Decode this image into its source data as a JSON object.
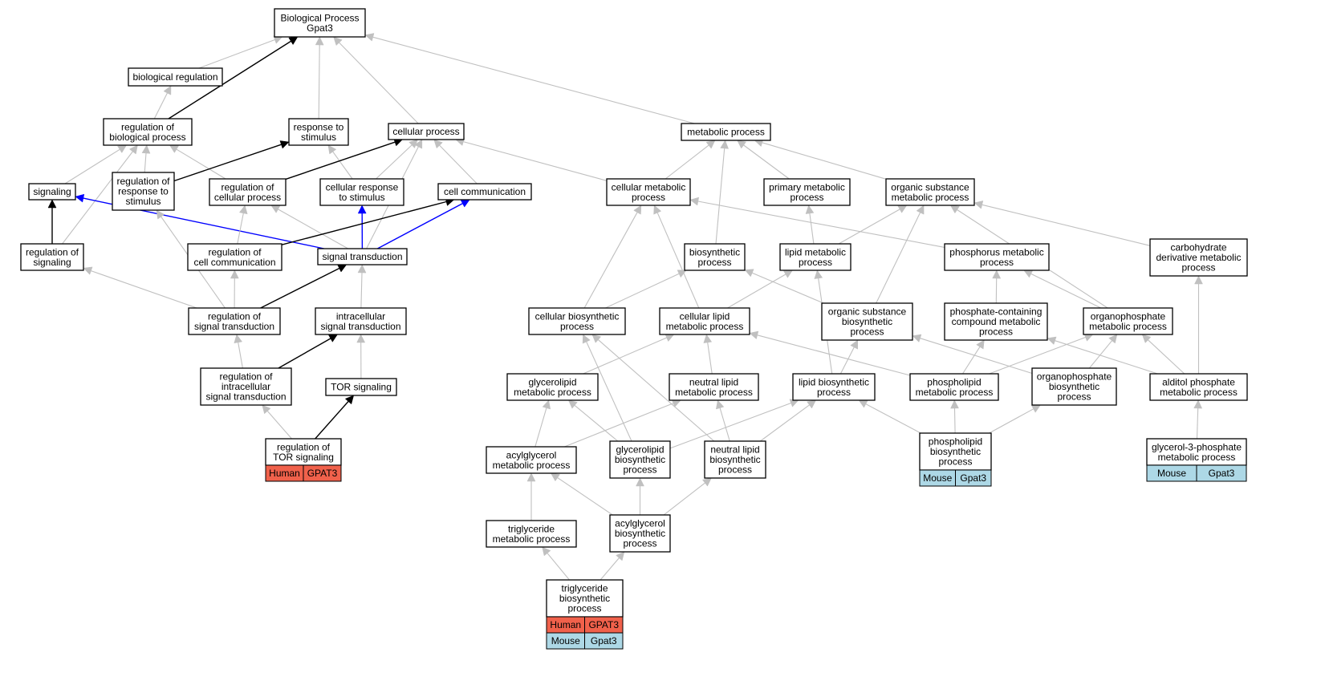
{
  "graph": {
    "colors": {
      "gray_edge": "#c0c0c0",
      "black_edge": "#000000",
      "blue_edge": "#0000ff",
      "human_badge": "#f0614b",
      "mouse_badge": "#add8e6"
    },
    "nodes": [
      {
        "id": "bp",
        "lines": [
          "Biological Process",
          "Gpat3"
        ]
      },
      {
        "id": "biolreg",
        "lines": [
          "biological regulation"
        ]
      },
      {
        "id": "regbp",
        "lines": [
          "regulation of",
          "biological process"
        ]
      },
      {
        "id": "resp",
        "lines": [
          "response to",
          "stimulus"
        ]
      },
      {
        "id": "cellproc",
        "lines": [
          "cellular process"
        ]
      },
      {
        "id": "metab",
        "lines": [
          "metabolic process"
        ]
      },
      {
        "id": "signaling",
        "lines": [
          "signaling"
        ]
      },
      {
        "id": "regresp",
        "lines": [
          "regulation of",
          "response to",
          "stimulus"
        ]
      },
      {
        "id": "regcell",
        "lines": [
          "regulation of",
          "cellular process"
        ]
      },
      {
        "id": "cellresp",
        "lines": [
          "cellular response",
          "to stimulus"
        ]
      },
      {
        "id": "cellcomm",
        "lines": [
          "cell communication"
        ]
      },
      {
        "id": "cellmetab",
        "lines": [
          "cellular metabolic",
          "process"
        ]
      },
      {
        "id": "primmetab",
        "lines": [
          "primary metabolic",
          "process"
        ]
      },
      {
        "id": "orgsub",
        "lines": [
          "organic substance",
          "metabolic process"
        ]
      },
      {
        "id": "regsig",
        "lines": [
          "regulation of",
          "signaling"
        ]
      },
      {
        "id": "regcellcomm",
        "lines": [
          "regulation of",
          "cell communication"
        ]
      },
      {
        "id": "sigtrans",
        "lines": [
          "signal transduction"
        ]
      },
      {
        "id": "biosyn",
        "lines": [
          "biosynthetic",
          "process"
        ]
      },
      {
        "id": "lipidmetab",
        "lines": [
          "lipid metabolic",
          "process"
        ]
      },
      {
        "id": "phosmetab",
        "lines": [
          "phosphorus metabolic",
          "process"
        ]
      },
      {
        "id": "carbo",
        "lines": [
          "carbohydrate",
          "derivative metabolic",
          "process"
        ]
      },
      {
        "id": "regsigtrans",
        "lines": [
          "regulation of",
          "signal transduction"
        ]
      },
      {
        "id": "intrasig",
        "lines": [
          "intracellular",
          "signal transduction"
        ]
      },
      {
        "id": "cellbiosyn",
        "lines": [
          "cellular biosynthetic",
          "process"
        ]
      },
      {
        "id": "celllipid",
        "lines": [
          "cellular lipid",
          "metabolic process"
        ]
      },
      {
        "id": "orgsubbio",
        "lines": [
          "organic substance",
          "biosynthetic",
          "process"
        ]
      },
      {
        "id": "phoscont",
        "lines": [
          "phosphate-containing",
          "compound metabolic",
          "process"
        ]
      },
      {
        "id": "orgphos",
        "lines": [
          "organophosphate",
          "metabolic process"
        ]
      },
      {
        "id": "regintra",
        "lines": [
          "regulation of",
          "intracellular",
          "signal transduction"
        ]
      },
      {
        "id": "torsig",
        "lines": [
          "TOR signaling"
        ]
      },
      {
        "id": "glycmetab",
        "lines": [
          "glycerolipid",
          "metabolic process"
        ]
      },
      {
        "id": "neutmetab",
        "lines": [
          "neutral lipid",
          "metabolic process"
        ]
      },
      {
        "id": "lipidbio",
        "lines": [
          "lipid biosynthetic",
          "process"
        ]
      },
      {
        "id": "phosphometab",
        "lines": [
          "phospholipid",
          "metabolic process"
        ]
      },
      {
        "id": "orgphosbio",
        "lines": [
          "organophosphate",
          "biosynthetic",
          "process"
        ]
      },
      {
        "id": "alditol",
        "lines": [
          "alditol phosphate",
          "metabolic process"
        ]
      },
      {
        "id": "regtor",
        "lines": [
          "regulation of",
          "TOR signaling"
        ]
      },
      {
        "id": "acylmetab",
        "lines": [
          "acylglycerol",
          "metabolic process"
        ]
      },
      {
        "id": "glycbio",
        "lines": [
          "glycerolipid",
          "biosynthetic",
          "process"
        ]
      },
      {
        "id": "neutbio",
        "lines": [
          "neutral lipid",
          "biosynthetic",
          "process"
        ]
      },
      {
        "id": "phosphobio",
        "lines": [
          "phospholipid",
          "biosynthetic",
          "process"
        ]
      },
      {
        "id": "g3p",
        "lines": [
          "glycerol-3-phosphate",
          "metabolic process"
        ]
      },
      {
        "id": "trimetab",
        "lines": [
          "triglyceride",
          "metabolic process"
        ]
      },
      {
        "id": "acylbio",
        "lines": [
          "acylglycerol",
          "biosynthetic",
          "process"
        ]
      },
      {
        "id": "tribio",
        "lines": [
          "triglyceride",
          "biosynthetic",
          "process"
        ]
      }
    ],
    "badges": [
      {
        "node": "regtor",
        "rows": [
          {
            "species": "Human",
            "gene": "GPAT3",
            "color": "#f0614b"
          }
        ]
      },
      {
        "node": "phosphobio",
        "rows": [
          {
            "species": "Mouse",
            "gene": "Gpat3",
            "color": "#add8e6"
          }
        ]
      },
      {
        "node": "g3p",
        "rows": [
          {
            "species": "Mouse",
            "gene": "Gpat3",
            "color": "#add8e6"
          }
        ]
      },
      {
        "node": "tribio",
        "rows": [
          {
            "species": "Human",
            "gene": "GPAT3",
            "color": "#f0614b"
          },
          {
            "species": "Mouse",
            "gene": "Gpat3",
            "color": "#add8e6"
          }
        ]
      }
    ],
    "edges": [
      {
        "from": "biolreg",
        "to": "bp",
        "color": "gray"
      },
      {
        "from": "regbp",
        "to": "bp",
        "color": "black"
      },
      {
        "from": "resp",
        "to": "bp",
        "color": "gray"
      },
      {
        "from": "cellproc",
        "to": "bp",
        "color": "gray"
      },
      {
        "from": "metab",
        "to": "bp",
        "color": "gray"
      },
      {
        "from": "regbp",
        "to": "biolreg",
        "color": "gray"
      },
      {
        "from": "signaling",
        "to": "regbp",
        "color": "gray"
      },
      {
        "from": "regresp",
        "to": "regbp",
        "color": "gray"
      },
      {
        "from": "regcell",
        "to": "regbp",
        "color": "gray"
      },
      {
        "from": "regsig",
        "to": "regbp",
        "color": "gray"
      },
      {
        "from": "regresp",
        "to": "resp",
        "color": "black"
      },
      {
        "from": "cellresp",
        "to": "resp",
        "color": "gray"
      },
      {
        "from": "regcell",
        "to": "cellproc",
        "color": "black"
      },
      {
        "from": "cellresp",
        "to": "cellproc",
        "color": "gray"
      },
      {
        "from": "cellcomm",
        "to": "cellproc",
        "color": "gray"
      },
      {
        "from": "cellmetab",
        "to": "cellproc",
        "color": "gray"
      },
      {
        "from": "sigtrans",
        "to": "cellproc",
        "color": "gray"
      },
      {
        "from": "cellmetab",
        "to": "metab",
        "color": "gray"
      },
      {
        "from": "primmetab",
        "to": "metab",
        "color": "gray"
      },
      {
        "from": "orgsub",
        "to": "metab",
        "color": "gray"
      },
      {
        "from": "biosyn",
        "to": "metab",
        "color": "gray"
      },
      {
        "from": "regsig",
        "to": "signaling",
        "color": "black"
      },
      {
        "from": "sigtrans",
        "to": "signaling",
        "color": "blue"
      },
      {
        "from": "regsigtrans",
        "to": "regresp",
        "color": "gray"
      },
      {
        "from": "regcellcomm",
        "to": "regcell",
        "color": "gray"
      },
      {
        "from": "sigtrans",
        "to": "regcell",
        "color": "gray"
      },
      {
        "from": "sigtrans",
        "to": "cellresp",
        "color": "blue"
      },
      {
        "from": "sigtrans",
        "to": "cellcomm",
        "color": "blue"
      },
      {
        "from": "regcellcomm",
        "to": "cellcomm",
        "color": "black"
      },
      {
        "from": "regsigtrans",
        "to": "regsig",
        "color": "gray"
      },
      {
        "from": "regsigtrans",
        "to": "regcellcomm",
        "color": "gray"
      },
      {
        "from": "regsigtrans",
        "to": "sigtrans",
        "color": "black"
      },
      {
        "from": "intrasig",
        "to": "sigtrans",
        "color": "gray"
      },
      {
        "from": "regintra",
        "to": "regsigtrans",
        "color": "gray"
      },
      {
        "from": "regintra",
        "to": "intrasig",
        "color": "black"
      },
      {
        "from": "torsig",
        "to": "intrasig",
        "color": "gray"
      },
      {
        "from": "regtor",
        "to": "regintra",
        "color": "gray"
      },
      {
        "from": "regtor",
        "to": "torsig",
        "color": "black"
      },
      {
        "from": "lipidmetab",
        "to": "primmetab",
        "color": "gray"
      },
      {
        "from": "lipidmetab",
        "to": "orgsub",
        "color": "gray"
      },
      {
        "from": "orgsubbio",
        "to": "orgsub",
        "color": "gray"
      },
      {
        "from": "carbo",
        "to": "orgsub",
        "color": "gray"
      },
      {
        "from": "orgphos",
        "to": "orgsub",
        "color": "gray"
      },
      {
        "from": "phosmetab",
        "to": "cellmetab",
        "color": "gray"
      },
      {
        "from": "cellbiosyn",
        "to": "cellmetab",
        "color": "gray"
      },
      {
        "from": "celllipid",
        "to": "cellmetab",
        "color": "gray"
      },
      {
        "from": "cellbiosyn",
        "to": "biosyn",
        "color": "gray"
      },
      {
        "from": "orgsubbio",
        "to": "biosyn",
        "color": "gray"
      },
      {
        "from": "celllipid",
        "to": "lipidmetab",
        "color": "gray"
      },
      {
        "from": "lipidbio",
        "to": "lipidmetab",
        "color": "gray"
      },
      {
        "from": "phoscont",
        "to": "phosmetab",
        "color": "gray"
      },
      {
        "from": "orgphos",
        "to": "phosmetab",
        "color": "gray"
      },
      {
        "from": "alditol",
        "to": "carbo",
        "color": "gray"
      },
      {
        "from": "glycmetab",
        "to": "celllipid",
        "color": "gray"
      },
      {
        "from": "neutmetab",
        "to": "celllipid",
        "color": "gray"
      },
      {
        "from": "phosphometab",
        "to": "celllipid",
        "color": "gray"
      },
      {
        "from": "lipidbio",
        "to": "orgsubbio",
        "color": "gray"
      },
      {
        "from": "phosphometab",
        "to": "phoscont",
        "color": "gray"
      },
      {
        "from": "phosphometab",
        "to": "orgphos",
        "color": "gray"
      },
      {
        "from": "orgphosbio",
        "to": "orgphos",
        "color": "gray"
      },
      {
        "from": "alditol",
        "to": "orgphos",
        "color": "gray"
      },
      {
        "from": "orgphosbio",
        "to": "orgsubbio",
        "color": "gray"
      },
      {
        "from": "alditol",
        "to": "phoscont",
        "color": "gray"
      },
      {
        "from": "glycbio",
        "to": "cellbiosyn",
        "color": "gray"
      },
      {
        "from": "neutbio",
        "to": "cellbiosyn",
        "color": "gray"
      },
      {
        "from": "glycbio",
        "to": "glycmetab",
        "color": "gray"
      },
      {
        "from": "acylmetab",
        "to": "glycmetab",
        "color": "gray"
      },
      {
        "from": "acylmetab",
        "to": "neutmetab",
        "color": "gray"
      },
      {
        "from": "neutbio",
        "to": "neutmetab",
        "color": "gray"
      },
      {
        "from": "glycbio",
        "to": "lipidbio",
        "color": "gray"
      },
      {
        "from": "neutbio",
        "to": "lipidbio",
        "color": "gray"
      },
      {
        "from": "phosphobio",
        "to": "lipidbio",
        "color": "gray"
      },
      {
        "from": "phosphobio",
        "to": "phosphometab",
        "color": "gray"
      },
      {
        "from": "phosphobio",
        "to": "orgphosbio",
        "color": "gray"
      },
      {
        "from": "g3p",
        "to": "alditol",
        "color": "gray"
      },
      {
        "from": "trimetab",
        "to": "acylmetab",
        "color": "gray"
      },
      {
        "from": "acylbio",
        "to": "acylmetab",
        "color": "gray"
      },
      {
        "from": "acylbio",
        "to": "glycbio",
        "color": "gray"
      },
      {
        "from": "acylbio",
        "to": "neutbio",
        "color": "gray"
      },
      {
        "from": "tribio",
        "to": "trimetab",
        "color": "gray"
      },
      {
        "from": "tribio",
        "to": "acylbio",
        "color": "gray"
      }
    ]
  }
}
